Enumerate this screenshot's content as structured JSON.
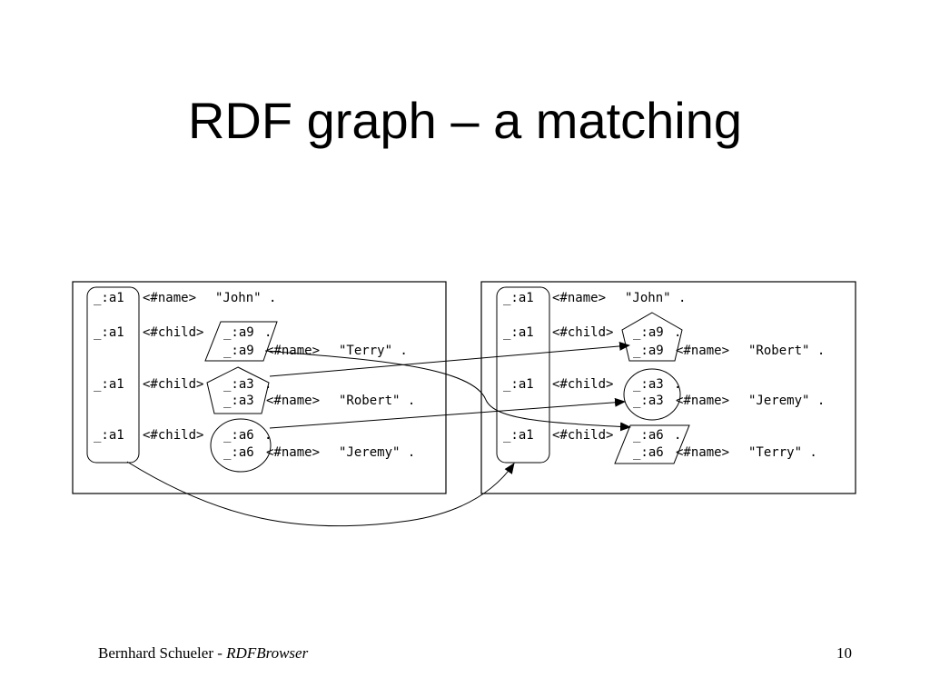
{
  "slide": {
    "title": "RDF graph – a matching",
    "footer": {
      "author": "Bernhard Schueler",
      "separator": " - ",
      "app": "RDFBrowser",
      "page": "10"
    }
  },
  "graphs": [
    {
      "id": "left",
      "triples": [
        {
          "subject": "a1",
          "predicate": "<#name>",
          "object": "\"John\" ."
        },
        {
          "subject": "a1",
          "predicate": "<#child>",
          "object_node": "a9",
          "object": "."
        },
        {
          "subject": "a9",
          "predicate": "<#name>",
          "object": "\"Terry\" ."
        },
        {
          "subject": "a1",
          "predicate": "<#child>",
          "object_node": "a3",
          "object": "."
        },
        {
          "subject": "a3",
          "predicate": "<#name>",
          "object": "\"Robert\" ."
        },
        {
          "subject": "a1",
          "predicate": "<#child>",
          "object_node": "a6",
          "object": "."
        },
        {
          "subject": "a6",
          "predicate": "<#name>",
          "object": "\"Jeremy\" ."
        }
      ]
    },
    {
      "id": "right",
      "triples": [
        {
          "subject": "a1",
          "predicate": "<#name>",
          "object": "\"John\" ."
        },
        {
          "subject": "a1",
          "predicate": "<#child>",
          "object_node": "a9",
          "object": "."
        },
        {
          "subject": "a9",
          "predicate": "<#name>",
          "object": "\"Robert\" ."
        },
        {
          "subject": "a1",
          "predicate": "<#child>",
          "object_node": "a3",
          "object": "."
        },
        {
          "subject": "a3",
          "predicate": "<#name>",
          "object": "\"Jeremy\" ."
        },
        {
          "subject": "a1",
          "predicate": "<#child>",
          "object_node": "a6",
          "object": "."
        },
        {
          "subject": "a6",
          "predicate": "<#name>",
          "object": "\"Terry\" ."
        }
      ]
    }
  ],
  "blank_prefix": "_:",
  "node_shapes": {
    "a9": "parallelogram",
    "a3": "pentagon",
    "a6": "circle",
    "a1": "rounded-rect"
  },
  "mappings": [
    {
      "from": "left:a1",
      "to": "right:a1"
    },
    {
      "from": "left:a9",
      "to": "right:a6"
    },
    {
      "from": "left:a3",
      "to": "right:a9"
    },
    {
      "from": "left:a6",
      "to": "right:a3"
    }
  ]
}
